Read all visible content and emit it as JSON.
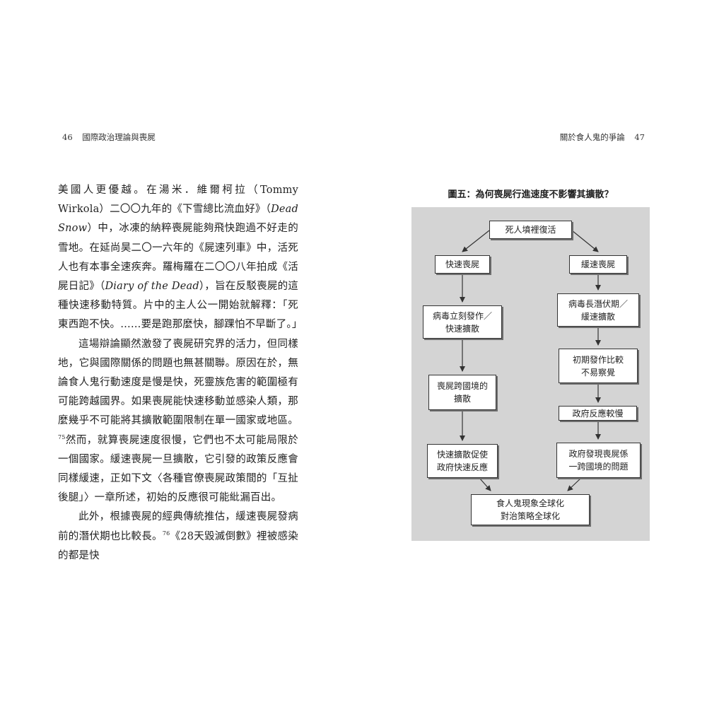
{
  "header_left": {
    "page_number": "46",
    "book_title": "國際政治理論與喪屍"
  },
  "header_right": {
    "chapter_title": "關於食人鬼的爭論",
    "page_number": "47"
  },
  "body": {
    "p1_a": "美國人更優越。在湯米．維爾柯拉（Tommy Wirkola）二〇〇九年的《下雪總比流血好》（",
    "p1_b": "Dead Snow",
    "p1_c": "）中，冰凍的納粹喪屍能夠飛快跑過不好走的雪地。在延尚昊二〇一六年的《屍速列車》中，活死人也有本事全速疾奔。羅梅羅在二〇〇八年拍成《活屍日記》（",
    "p1_d": "Diary of the Dead",
    "p1_e": "），旨在反駁喪屍的這種快速移動特質。片中的主人公一開始就解釋：「死東西跑不快。……要是跑那麼快，腳踝怕不早斷了。」",
    "p2_a": "這場辯論顯然激發了喪屍研究界的活力，但同樣地，它與國際關係的問題也無甚關聯。原因在於，無論食人鬼行動速度是慢是快，死靈族危害的範圍極有可能跨越國界。如果喪屍能快速移動並感染人類，那麼幾乎不可能將其擴散範圍限制在單一國家或地區。",
    "p2_note": "75",
    "p2_b": "然而，就算喪屍速度很慢，它們也不太可能局限於一個國家。緩速喪屍一旦擴散，它引發的政策反應會同樣緩速，正如下文〈各種官僚喪屍政策間的「互扯後腿」〉一章所述，初始的反應很可能紕漏百出。",
    "p3_a": "此外，根據喪屍的經典傳統推估，緩速喪屍發病前的潛伏期也比較長。",
    "p3_note": "76",
    "p3_b": "《28天毀滅倒數》裡被感染的都是快"
  },
  "figure": {
    "title": "圖五：為何喪屍行進速度不影響其擴散？",
    "boxes": {
      "start": "死人墳裡復活",
      "fast": "快速喪屍",
      "slow": "緩速喪屍",
      "fast_1": "病毒立刻發作／\n快速擴散",
      "fast_2": "喪屍跨國境的\n擴散",
      "fast_3": "快速擴散促使\n政府快速反應",
      "slow_1": "病毒長潛伏期／\n緩速擴散",
      "slow_2": "初期發作比較\n不易察覺",
      "slow_3": "政府反應較慢",
      "slow_4": "政府發現喪屍係\n一跨國境的問題",
      "end": "食人鬼現象全球化\n對治策略全球化"
    }
  }
}
